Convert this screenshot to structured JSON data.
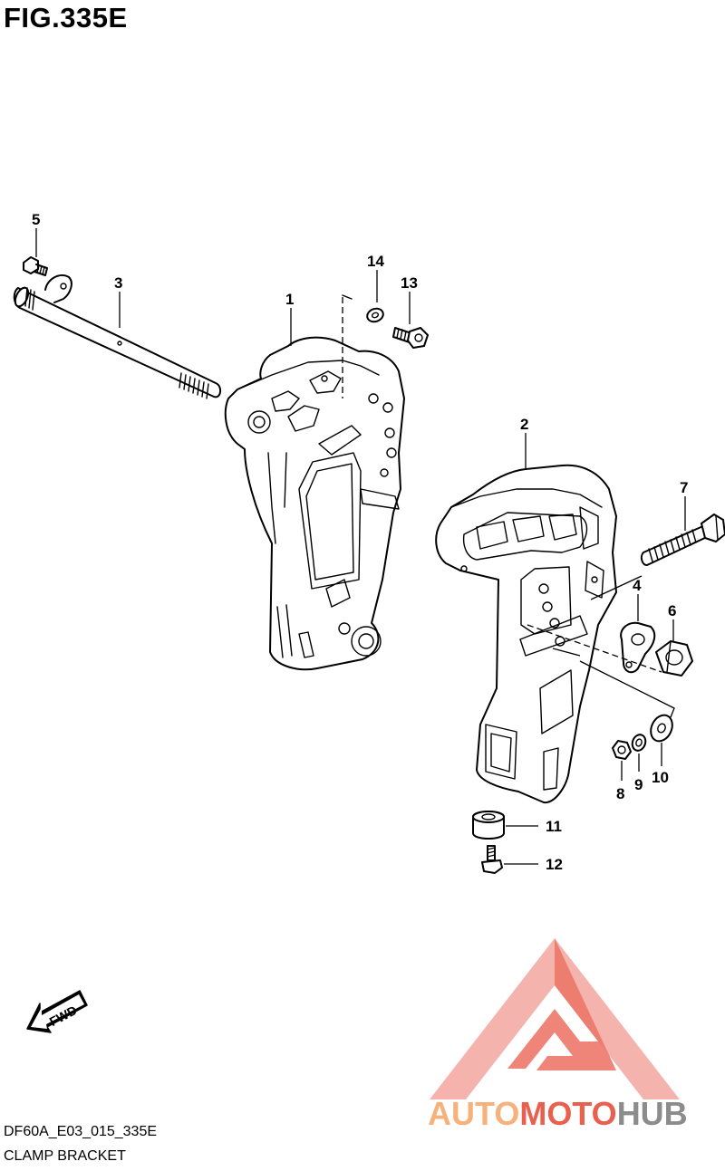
{
  "figure": {
    "title": "FIG.335E"
  },
  "footer": {
    "code": "DF60A_E03_015_335E",
    "name": "CLAMP BRACKET"
  },
  "fwd_arrow": {
    "label": "FWD"
  },
  "watermark": {
    "part1": "AUTO",
    "part2": "MOTO",
    "part3": "HUB",
    "color_light": "#f7b27c",
    "color_red": "#e9604f",
    "color_gray": "#8c8c8c"
  },
  "callouts": {
    "c1": "1",
    "c2": "2",
    "c3": "3",
    "c4": "4",
    "c5": "5",
    "c6": "6",
    "c7": "7",
    "c8": "8",
    "c9": "9",
    "c10": "10",
    "c11": "11",
    "c12": "12",
    "c13": "13",
    "c14": "14"
  }
}
